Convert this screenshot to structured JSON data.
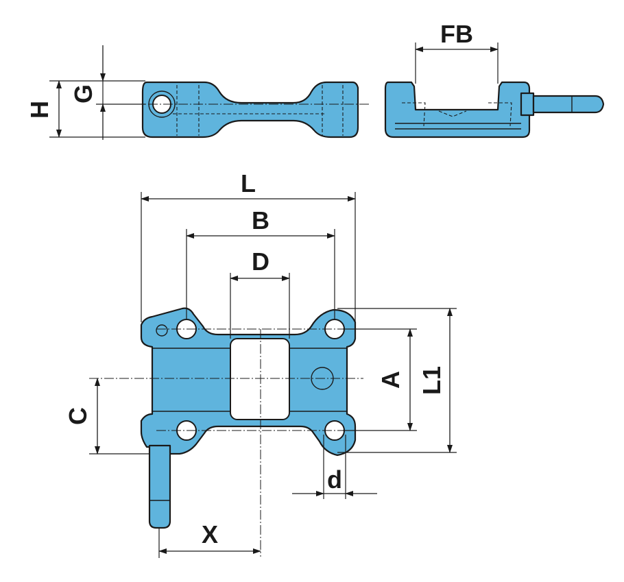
{
  "labels": {
    "H": "H",
    "G": "G",
    "FB": "FB",
    "L": "L",
    "B": "B",
    "D": "D",
    "A": "A",
    "L1": "L1",
    "C": "C",
    "d": "d",
    "X": "X"
  },
  "colors": {
    "part_fill": "#5fb4dd",
    "outline": "#1a1a1a",
    "background": "#ffffff"
  }
}
